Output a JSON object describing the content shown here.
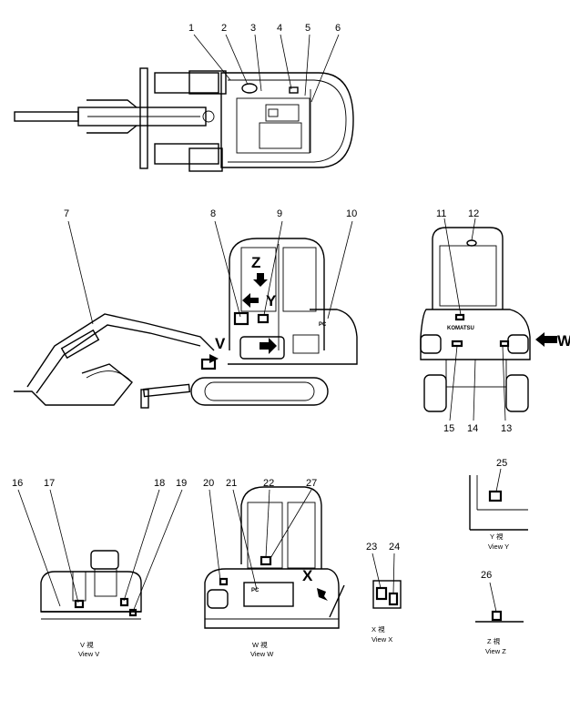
{
  "callouts": [
    "1",
    "2",
    "3",
    "4",
    "5",
    "6",
    "7",
    "8",
    "9",
    "10",
    "11",
    "12",
    "13",
    "14",
    "15",
    "16",
    "17",
    "18",
    "19",
    "20",
    "21",
    "22",
    "23",
    "24",
    "25",
    "26",
    "27"
  ],
  "view_letters": {
    "v": "V",
    "w": "W",
    "x": "X",
    "y": "Y",
    "z": "Z"
  },
  "views": {
    "v": {
      "jp": "V 視",
      "en": "View V"
    },
    "w": {
      "jp": "W 視",
      "en": "View W"
    },
    "x": {
      "jp": "X 視",
      "en": "View X"
    },
    "y": {
      "jp": "Y 視",
      "en": "View Y"
    },
    "z": {
      "jp": "Z 視",
      "en": "View Z"
    }
  },
  "decals": {
    "brand": "KOMATSU",
    "pc": "PC"
  }
}
